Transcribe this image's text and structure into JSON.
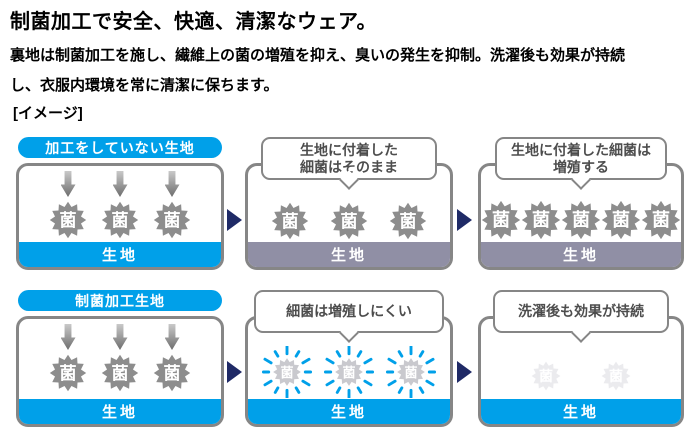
{
  "page": {
    "title": "制菌加工で安全、快適、清潔なウェア。",
    "description_lines": [
      "裏地は制菌加工を施し、繊維上の菌の増殖を抑え、臭いの発生を抑制。洗濯後も効果が持続",
      "し、衣服内環境を常に清潔に保ちます。"
    ],
    "image_label": "[イメージ]"
  },
  "colors": {
    "accent_blue": "#00a0e9",
    "arrow_navy": "#1f2a66",
    "fabric_bar_gray": "#908fa5",
    "panel_border_gray": "#868686",
    "germ_gray": "#8d8d8d",
    "germ_sparkle_gray": "#c9c9ce",
    "germ_ghost_gray": "#ebebee",
    "balloon_text_gray": "#4d4d4d",
    "down_arrow_top": "#c9c9c9",
    "down_arrow_bottom": "#6d6d6d"
  },
  "diagram": {
    "fabric_label": "生地",
    "germ_char": "菌",
    "rows": [
      {
        "panels": [
          {
            "header_type": "pill",
            "header": "加工をしていない生地",
            "icons": {
              "type": "arrow-germ",
              "count": 3
            },
            "bar": "blue"
          },
          {
            "header_type": "balloon",
            "header_lines": [
              "生地に付着した",
              "細菌はそのまま"
            ],
            "icons": {
              "type": "germ",
              "count": 3
            },
            "bar": "gray"
          },
          {
            "header_type": "balloon",
            "header_lines": [
              "生地に付着した細菌は",
              "増殖する"
            ],
            "icons": {
              "type": "germ-large",
              "count": 5
            },
            "bar": "gray"
          }
        ]
      },
      {
        "panels": [
          {
            "header_type": "pill",
            "header": "制菌加工生地",
            "icons": {
              "type": "arrow-germ",
              "count": 3
            },
            "bar": "blue"
          },
          {
            "header_type": "balloon",
            "header_lines": [
              "細菌は増殖しにくい"
            ],
            "icons": {
              "type": "sparkle-germ",
              "count": 3
            },
            "bar": "blue"
          },
          {
            "header_type": "balloon",
            "header_lines": [
              "洗濯後も効果が持続"
            ],
            "icons": {
              "type": "ghost-germ",
              "count": 2
            },
            "bar": "blue"
          }
        ]
      }
    ]
  }
}
